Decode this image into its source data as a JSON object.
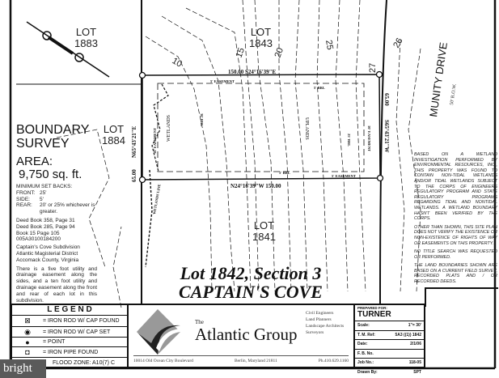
{
  "lots": {
    "lot_1883": "LOT\n1883",
    "lot_1843": "LOT\n1843",
    "lot_1884": "LOT\n1884",
    "lot_1841": "LOT\n1841"
  },
  "road": {
    "name": "MUNITY DRIVE",
    "row": "50' R.O.W."
  },
  "contours": [
    "10",
    "15",
    "20",
    "25",
    "26",
    "27"
  ],
  "bearings": {
    "top": "150.00   S24°16'39\"E",
    "bottom": "N24°16'39\"W   150.00",
    "left": "N65°43'21\"E",
    "left_dist": "65.00",
    "right": "S65°43'21\"W",
    "right_dist": "65.00"
  },
  "plat_labels": {
    "easement_top": "5' EASEMENT",
    "brl_top": "5' BRL",
    "brl_bottom": "5' BRL",
    "easement_bottom": "5' EASEMENT",
    "brl_left": "30' BRL",
    "brl_right": "25' BRL",
    "easement_left": "10' EASEMENT",
    "easement_right": "10' EASEMENT",
    "wetlands": "WETLANDS",
    "uplands": "UPLANDS",
    "wetlands_line": "WETLANDS LINE"
  },
  "survey": {
    "heading": "BOUNDARY SURVEY",
    "area_label": "AREA:",
    "area_value": "9,750 sq. ft.",
    "setbacks_title": "MINIMUM SET BACKS:",
    "front_label": "FRONT:",
    "front_value": "25'",
    "side_label": "SIDE:",
    "side_value": "5'",
    "rear_label": "REAR:",
    "rear_value": "20' or 25% whichever is greater.",
    "refs": [
      "Deed Book 358, Page 31",
      "Deed Book 285, Page 94",
      "Book 15 Page 105",
      "005A30100184200"
    ],
    "location": [
      "Captain's Cove Subdivision",
      "Atlantic Magisterial District",
      "Accomack County, Virginia"
    ],
    "easement_note": "There is a five foot utility and drainage easement along the sides, and a ten foot utility and drainage easement along the front and rear of each lot in this subdivision."
  },
  "notes": [
    "Based on a wetland investigation performed by Environmental Resources, Inc., this property was found to contain non-tidal wetlands and/or tidal wetlands subject to the Corps of Engineers regulatory program and state regulatory programs regarding tidal and nontidal wetlands. A wetland boundary hasn't been verified by the Corps.",
    "Other than shown, this site plan does not verify the existence or non-existence of rights of way or easements on this property.",
    "No title search was requested or performed.",
    "The land boundaries shown are based on a current field survey, recorded plats and / or recorded deeds."
  ],
  "title": {
    "line1": "Lot 1842, Section 3",
    "line2": "CAPTAIN'S COVE"
  },
  "legend": {
    "heading": "L E G E N D",
    "items": [
      {
        "icon": "iron-rod-cap-found",
        "label": "= IRON ROD W/ CAP FOUND"
      },
      {
        "icon": "iron-rod-cap-set",
        "label": "= IRON ROD W/ CAP SET"
      },
      {
        "icon": "point",
        "label": "= POINT"
      },
      {
        "icon": "iron-pipe-found",
        "label": "= IRON PIPE FOUND"
      }
    ],
    "flood_zone": "FLOOD ZONE: A10(7)  C"
  },
  "company": {
    "the": "The",
    "name": "Atlantic Group",
    "services": [
      "Civil Engineers",
      "Land Planners",
      "Landscape Architects",
      "Surveyors"
    ],
    "address": "10014 Old Ocean City Boulevard",
    "city": "Berlin, Maryland 21811",
    "phone": "Ph.410.629.1160"
  },
  "prepared": {
    "label": "PREPARED FOR:",
    "name": "TURNER",
    "rows": [
      {
        "k": "Scale:",
        "v": "1\"= 30'"
      },
      {
        "k": "T. M. Ref:",
        "v": "5A3 ((1)) 1842"
      },
      {
        "k": "Date:",
        "v": "2/1/06"
      },
      {
        "k": "F. B. No.",
        "v": ""
      },
      {
        "k": "Job No.:",
        "v": "118-05"
      },
      {
        "k": "Drawn By:",
        "v": "SPT"
      }
    ]
  },
  "watermark": "bright MLS",
  "colors": {
    "ink": "#111111",
    "logo_dark": "#222222",
    "logo_gray": "#888888",
    "watermark_bg": "#5a5a5a"
  }
}
